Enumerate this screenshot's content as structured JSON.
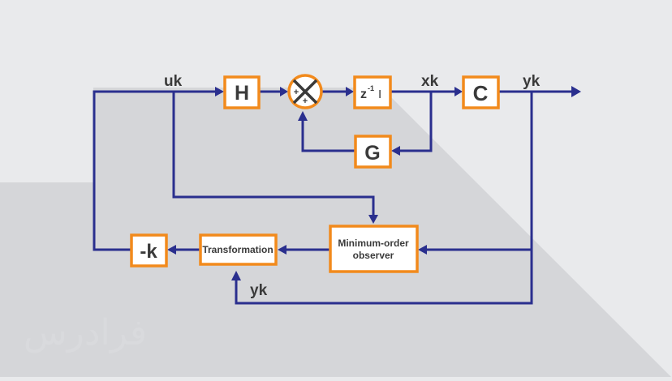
{
  "blocks": {
    "h": "H",
    "c": "C",
    "g": "G",
    "k": "-k",
    "delay_base": "z",
    "delay_exp": "-1",
    "delay_matrix": "I",
    "transformation": "Transformation",
    "observer_line1": "Minimum-order",
    "observer_line2": "observer"
  },
  "summing_junction": {
    "sign_left": "+",
    "sign_bottom": "+"
  },
  "signals": {
    "uk": "uk",
    "xk": "xk",
    "yk_out": "yk",
    "yk_feedback": "yk"
  },
  "watermark": "فرادرس",
  "colors": {
    "background": "#e9eaec",
    "shadow": "#d5d6d9",
    "wire": "#2a2f8e",
    "block_border": "#f28a1c",
    "text": "#3a3a3a"
  }
}
